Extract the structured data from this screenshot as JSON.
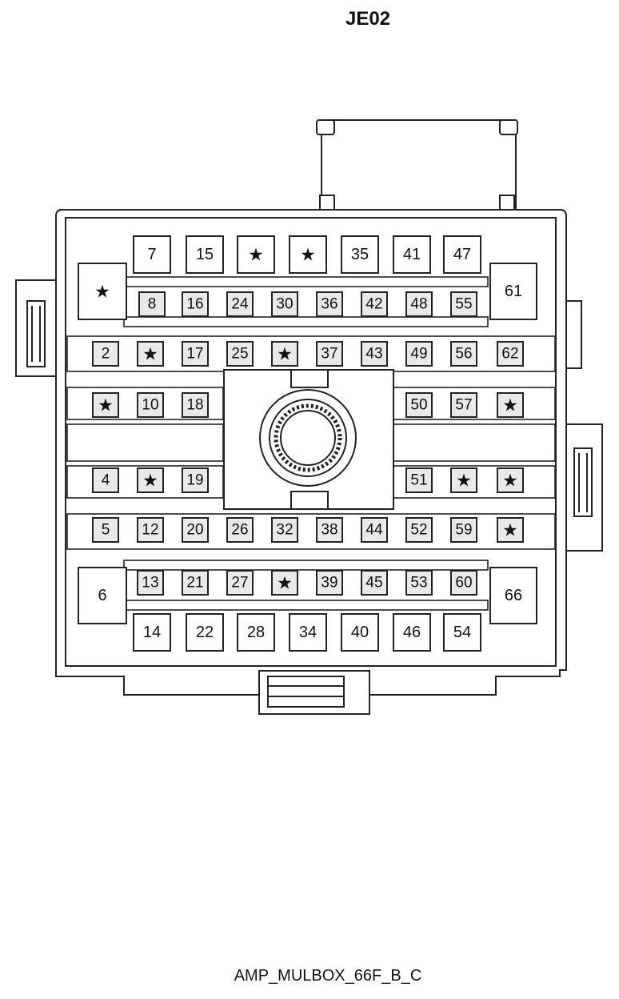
{
  "connector_id": "JE02",
  "part_name": "AMP_MULBOX_66F_B_C",
  "colors": {
    "line": "#222222",
    "fill_pin": "#e9e9e9",
    "background": "#ffffff"
  },
  "cavity_rows": [
    [
      "7",
      "15",
      "★",
      "★",
      "35",
      "41",
      "47"
    ],
    [
      "8",
      "16",
      "24",
      "30",
      "36",
      "42",
      "48",
      "55"
    ],
    [
      "2",
      "★",
      "17",
      "25",
      "★",
      "37",
      "43",
      "49",
      "56",
      "62"
    ],
    [
      "★",
      "10",
      "18",
      "50",
      "57",
      "★"
    ],
    [
      "4",
      "★",
      "19",
      "51",
      "★",
      "★"
    ],
    [
      "5",
      "12",
      "20",
      "26",
      "32",
      "38",
      "44",
      "52",
      "59",
      "★"
    ],
    [
      "13",
      "21",
      "27",
      "★",
      "39",
      "45",
      "53",
      "60"
    ],
    [
      "14",
      "22",
      "28",
      "34",
      "40",
      "46",
      "54"
    ]
  ],
  "corner_cavities": {
    "top_left": "★",
    "top_right": "61",
    "bottom_left": "6",
    "bottom_right": "66"
  }
}
